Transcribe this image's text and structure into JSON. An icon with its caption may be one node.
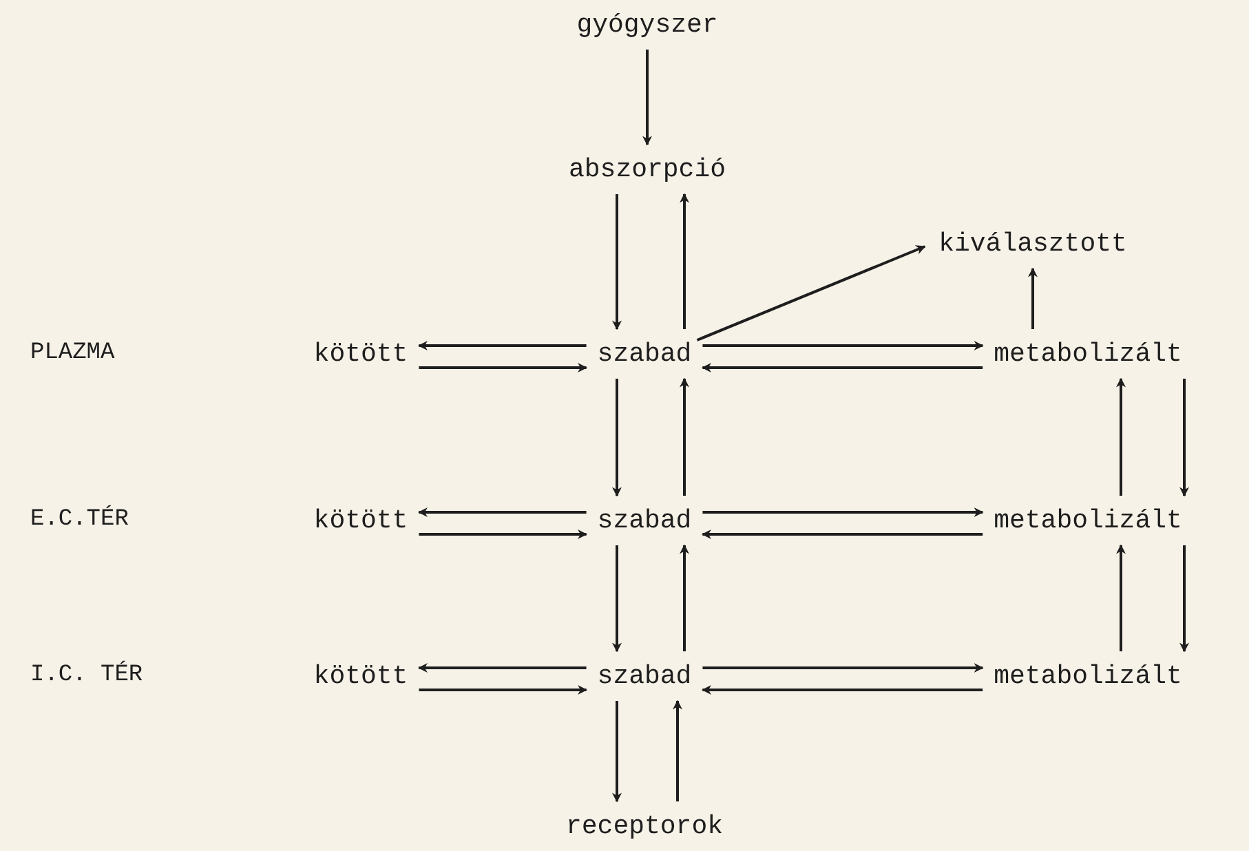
{
  "diagram": {
    "nodes": [
      {
        "text": [
          "gyógyszer"
        ]
      },
      {
        "text": [
          "abszorpció"
        ]
      },
      {
        "text": [
          "kiválasztott"
        ]
      },
      {
        "text": [
          "kötött"
        ]
      },
      {
        "text": [
          "szabad"
        ]
      },
      {
        "text": [
          "metabolizált"
        ]
      },
      {
        "text": [
          "kötött"
        ]
      },
      {
        "text": [
          "szabad"
        ]
      },
      {
        "text": [
          "metabolizált"
        ]
      },
      {
        "text": [
          "kötött"
        ]
      },
      {
        "text": [
          "szabad"
        ]
      },
      {
        "text": [
          "metabolizált"
        ]
      },
      {
        "text": [
          "receptorok"
        ]
      }
    ],
    "edges": [
      {
        "from": 0,
        "to": 1,
        "arrow": "to"
      },
      {
        "from": 1,
        "to": 4,
        "arrow": "to"
      },
      {
        "from": 4,
        "to": 1,
        "arrow": "to"
      },
      {
        "from": 4,
        "to": 2,
        "arrow": "to"
      },
      {
        "from": 5,
        "to": 2,
        "arrow": "to"
      },
      {
        "from": 4,
        "to": 3,
        "arrow": "to"
      },
      {
        "from": 3,
        "to": 4,
        "arrow": "to"
      },
      {
        "from": 4,
        "to": 5,
        "arrow": "to"
      },
      {
        "from": 5,
        "to": 4,
        "arrow": "to"
      },
      {
        "from": 4,
        "to": 7,
        "arrow": "to"
      },
      {
        "from": 7,
        "to": 4,
        "arrow": "to"
      },
      {
        "from": 5,
        "to": 8,
        "arrow": "to"
      },
      {
        "from": 8,
        "to": 5,
        "arrow": "to"
      },
      {
        "from": 7,
        "to": 6,
        "arrow": "to"
      },
      {
        "from": 6,
        "to": 7,
        "arrow": "to"
      },
      {
        "from": 7,
        "to": 8,
        "arrow": "to"
      },
      {
        "from": 8,
        "to": 7,
        "arrow": "to"
      },
      {
        "from": 7,
        "to": 10,
        "arrow": "to"
      },
      {
        "from": 10,
        "to": 7,
        "arrow": "to"
      },
      {
        "from": 8,
        "to": 11,
        "arrow": "to"
      },
      {
        "from": 11,
        "to": 8,
        "arrow": "to"
      },
      {
        "from": 10,
        "to": 9,
        "arrow": "to"
      },
      {
        "from": 9,
        "to": 10,
        "arrow": "to"
      },
      {
        "from": 10,
        "to": 11,
        "arrow": "to"
      },
      {
        "from": 11,
        "to": 10,
        "arrow": "to"
      },
      {
        "from": 10,
        "to": 12,
        "arrow": "to"
      },
      {
        "from": 12,
        "to": 10,
        "arrow": "to"
      }
    ],
    "labels": [
      "PLAZMA",
      "E.C.TÉR",
      "I.C. TÉR"
    ]
  }
}
